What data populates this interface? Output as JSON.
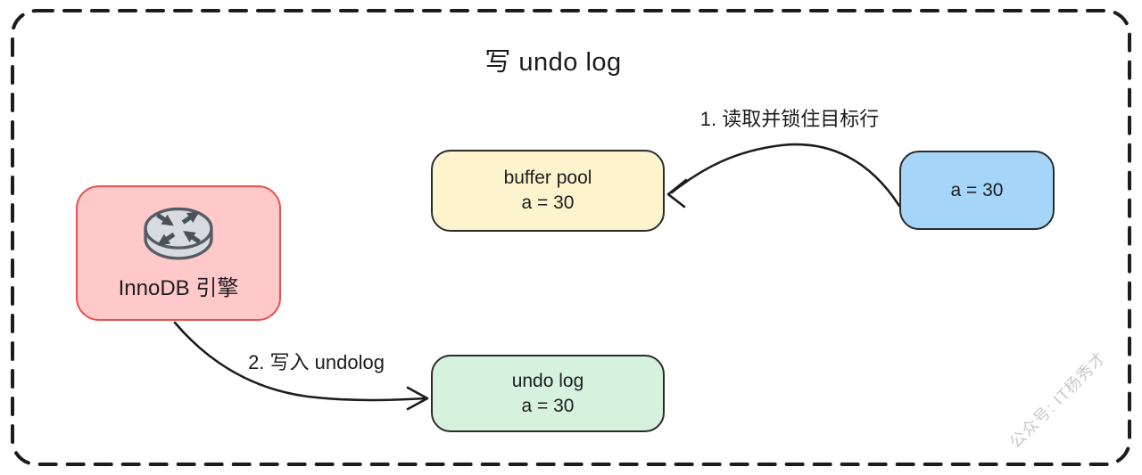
{
  "diagram": {
    "title": "写 undo log",
    "nodes": {
      "innodb": {
        "label": "InnoDB 引擎",
        "icon": "router-icon",
        "fill": "#ffc9c9",
        "border": "#e8504f"
      },
      "buffer_pool": {
        "line1": "buffer pool",
        "line2": "a = 30",
        "fill": "#fdf3cd",
        "border": "#2b2b2b"
      },
      "target_row": {
        "label": "a = 30",
        "fill": "#a6d5fa",
        "border": "#2b2b2b"
      },
      "undo_log": {
        "line1": "undo log",
        "line2": "a = 30",
        "fill": "#d7f2dc",
        "border": "#2b2b2b"
      }
    },
    "edges": [
      {
        "label": "1. 读取并锁住目标行",
        "from": "target_row",
        "to": "buffer_pool"
      },
      {
        "label": "2. 写入 undolog",
        "from": "innodb",
        "to": "undo_log"
      }
    ],
    "watermark": "公众号: IT杨秀才",
    "colors": {
      "stroke": "#1c1c1c",
      "watermark": "#c9c9c9"
    }
  }
}
